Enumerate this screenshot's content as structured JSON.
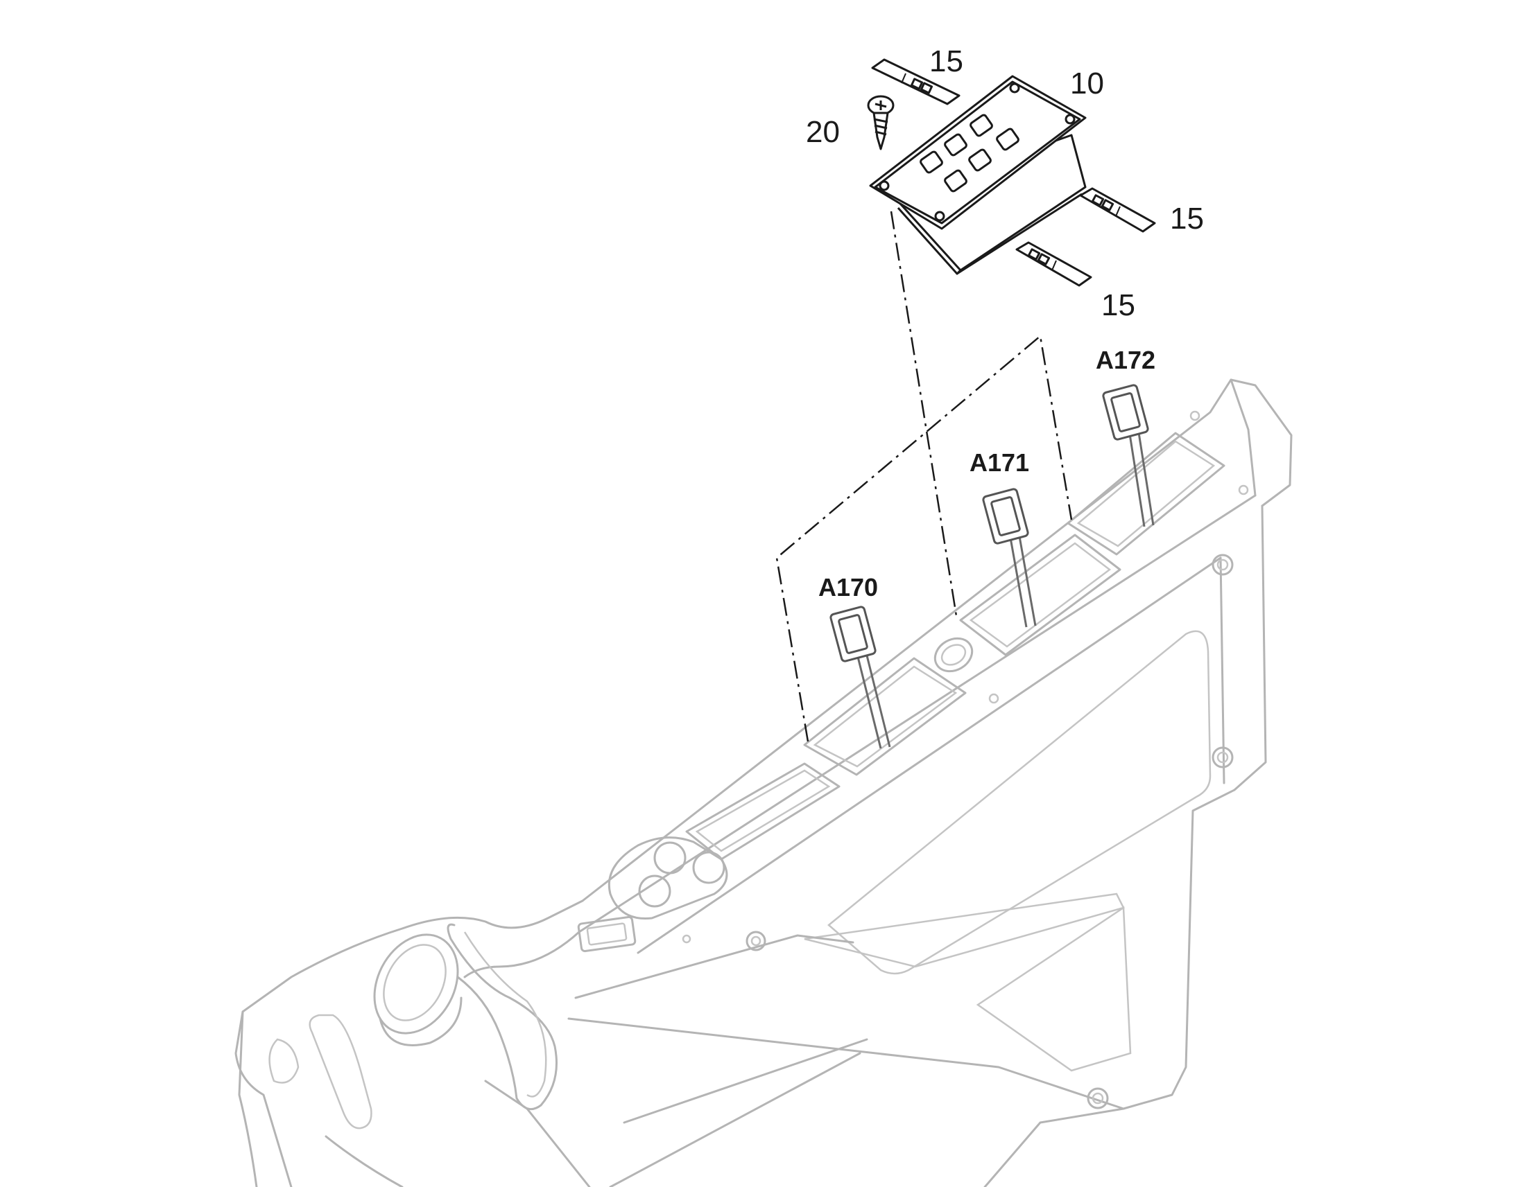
{
  "callouts": {
    "label_15_top": "15",
    "label_10": "10",
    "label_20": "20",
    "label_15_right": "15",
    "label_15_bottom": "15"
  },
  "connectors": {
    "a170": "A170",
    "a171": "A171",
    "a172": "A172"
  },
  "colors": {
    "ink": "#1a1a1a",
    "frame_line": "#b4b4b4",
    "background": "#ffffff"
  }
}
